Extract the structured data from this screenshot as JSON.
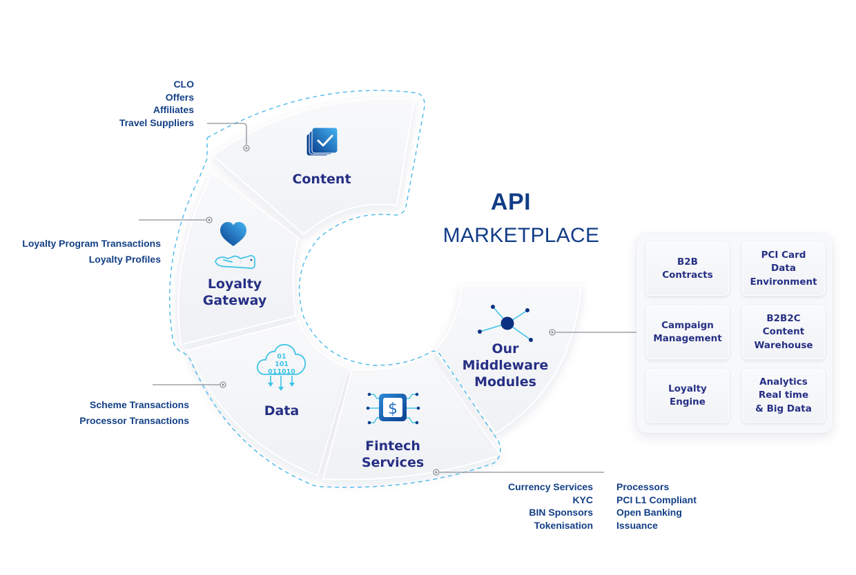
{
  "title": {
    "main": "API",
    "subtitle": "MARKETPLACE"
  },
  "segments": [
    {
      "id": "content",
      "title_lines": [
        "Content"
      ],
      "icon": "stacked-checkbox-icon"
    },
    {
      "id": "loyalty-gateway",
      "title_lines": [
        "Loyalty",
        "Gateway"
      ],
      "icon": "heart-in-hand-icon"
    },
    {
      "id": "data",
      "title_lines": [
        "Data"
      ],
      "icon": "binary-cloud-icon",
      "icon_text": [
        "01",
        "101",
        "011010"
      ]
    },
    {
      "id": "fintech-services",
      "title_lines": [
        "Fintech",
        "Services"
      ],
      "icon": "dollar-chip-icon",
      "icon_text": [
        "$"
      ]
    },
    {
      "id": "middleware-modules",
      "title_lines": [
        "Our",
        "Middleware",
        "Modules"
      ],
      "icon": "network-node-icon"
    }
  ],
  "callouts": {
    "content": [
      "CLO",
      "Offers",
      "Affiliates",
      "Travel Suppliers"
    ],
    "loyalty": [
      "Loyalty Program Transactions",
      "Loyalty Profiles"
    ],
    "data": [
      "Scheme Transactions",
      "Processor Transactions"
    ],
    "fintech_left": [
      "Currency Services",
      "KYC",
      "BIN Sponsors",
      "Tokenisation"
    ],
    "fintech_right": [
      "Processors",
      "PCI L1 Compliant",
      "Open Banking",
      "Issuance"
    ]
  },
  "modules": [
    {
      "lines": [
        "B2B",
        "Contracts"
      ]
    },
    {
      "lines": [
        "PCI Card",
        "Data",
        "Environment"
      ]
    },
    {
      "lines": [
        "Campaign",
        "Management"
      ]
    },
    {
      "lines": [
        "B2B2C",
        "Content",
        "Warehouse"
      ]
    },
    {
      "lines": [
        "Loyalty",
        "Engine"
      ]
    },
    {
      "lines": [
        "Analytics",
        "Real time",
        "& Big Data"
      ]
    }
  ],
  "colors": {
    "label_text": "#123f85",
    "segment_title": "#262f84",
    "dashed_outline": "#4ab8ea",
    "icon_dark": "#0a4a9e",
    "icon_light": "#3fa9ef",
    "icon_cyan": "#3cc3e6",
    "connector": "#8a8f98"
  }
}
